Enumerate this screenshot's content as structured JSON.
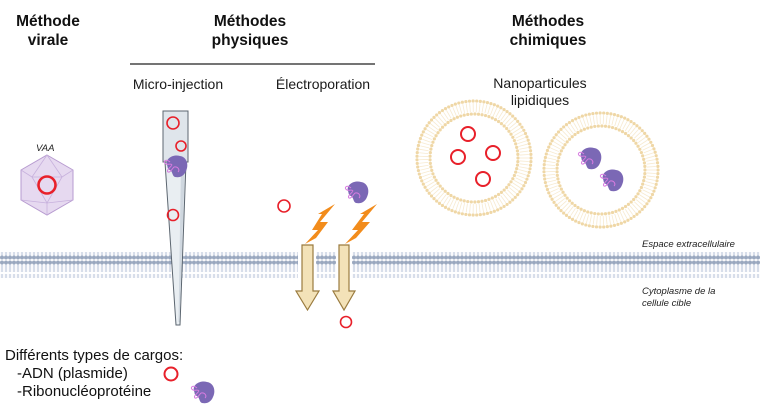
{
  "headers": {
    "viral": [
      "Méthode",
      "virale"
    ],
    "physical": [
      "Méthodes",
      "physiques"
    ],
    "chemical": [
      "Méthodes",
      "chimiques"
    ]
  },
  "subheaders": {
    "microinjection": "Micro-injection",
    "electroporation": "Électroporation",
    "nanoparticles": [
      "Nanoparticules",
      "lipidiques"
    ]
  },
  "labels": {
    "virus": "VAA",
    "extracellular": "Espace extracellulaire",
    "cytoplasm": [
      "Cytoplasme de la",
      "cellule cible"
    ]
  },
  "legend": {
    "title": "Différents types de cargos:",
    "items": [
      "-ADN (plasmide)",
      "-Ribonucléoprotéine"
    ]
  },
  "colors": {
    "dna_ring": "#e8202a",
    "rnp_body": "#7b68b5",
    "rnp_strand": "#d77be0",
    "membrane_head": "#9aa8bf",
    "membrane_tail": "#dde4ef",
    "lipid_shell": "#efd7a6",
    "bolt": "#f28c1c",
    "arrow_fill": "#f3e2b8",
    "arrow_stroke": "#9a7b3f",
    "virus_fill": "#e6d9f0",
    "virus_stroke": "#b79bd0",
    "needle_fill": "#e4e9ee",
    "needle_stroke": "#5c6670"
  }
}
